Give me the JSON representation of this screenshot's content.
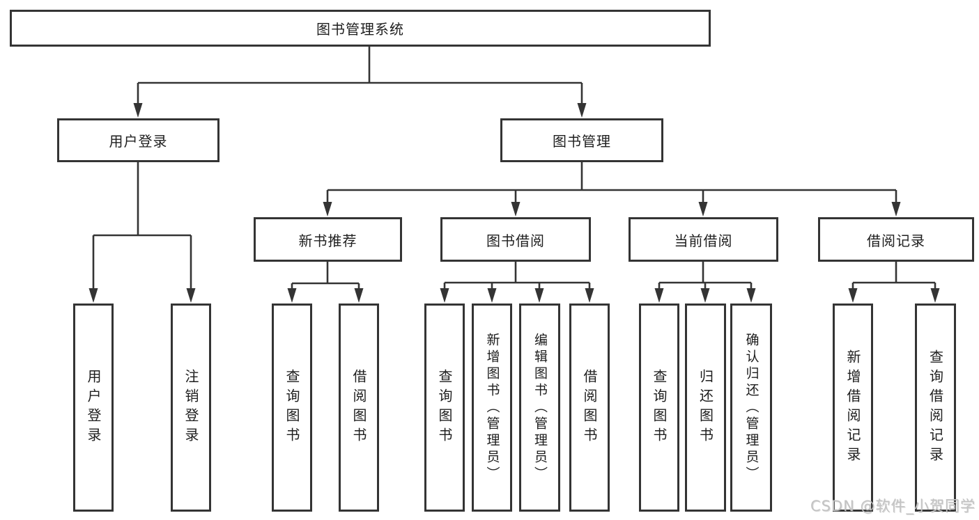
{
  "tree": {
    "root": {
      "label": "图书管理系统",
      "children": [
        {
          "label": "用户登录",
          "children": [
            {
              "label": "用户登录"
            },
            {
              "label": "注销登录"
            }
          ]
        },
        {
          "label": "图书管理",
          "children": [
            {
              "label": "新书推荐",
              "children": [
                {
                  "label": "查询图书"
                },
                {
                  "label": "借阅图书"
                }
              ]
            },
            {
              "label": "图书借阅",
              "children": [
                {
                  "label": "查询图书"
                },
                {
                  "label": "新增图书（管理员）"
                },
                {
                  "label": "编辑图书（管理员）"
                },
                {
                  "label": "借阅图书"
                }
              ]
            },
            {
              "label": "当前借阅",
              "children": [
                {
                  "label": "查询图书"
                },
                {
                  "label": "归还图书"
                },
                {
                  "label": "确认归还（管理员）"
                }
              ]
            },
            {
              "label": "借阅记录",
              "children": [
                {
                  "label": "新增借阅记录"
                },
                {
                  "label": "查询借阅记录"
                }
              ]
            }
          ]
        }
      ]
    }
  },
  "watermark": {
    "text": "CSDN @软件_小贺同学"
  },
  "colors": {
    "line": "#343434",
    "box_border": "#343434",
    "text": "#1e1e1e",
    "background": "#ffffff",
    "watermark": "#c3c3c3"
  }
}
